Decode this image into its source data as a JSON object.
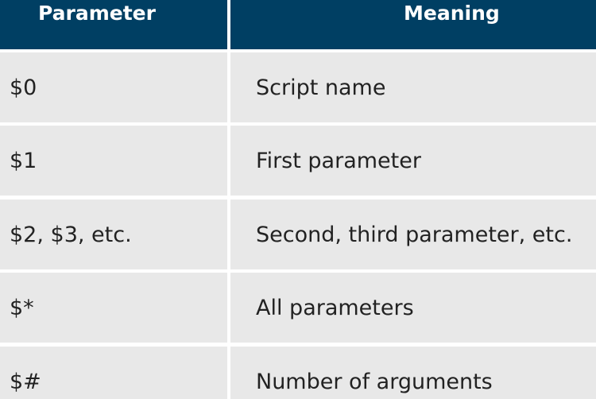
{
  "table": {
    "headers": [
      "Parameter",
      "Meaning"
    ],
    "rows": [
      [
        "$0",
        "Script name"
      ],
      [
        "$1",
        "First parameter"
      ],
      [
        "$2, $3, etc.",
        "Second, third parameter, etc."
      ],
      [
        "$*",
        "All parameters"
      ],
      [
        "$#",
        "Number of arguments"
      ]
    ]
  },
  "colors": {
    "header_background": "#003f63",
    "header_text": "#ffffff",
    "row_background": "#e8e8e8",
    "row_text": "#222222",
    "divider": "#ffffff"
  }
}
